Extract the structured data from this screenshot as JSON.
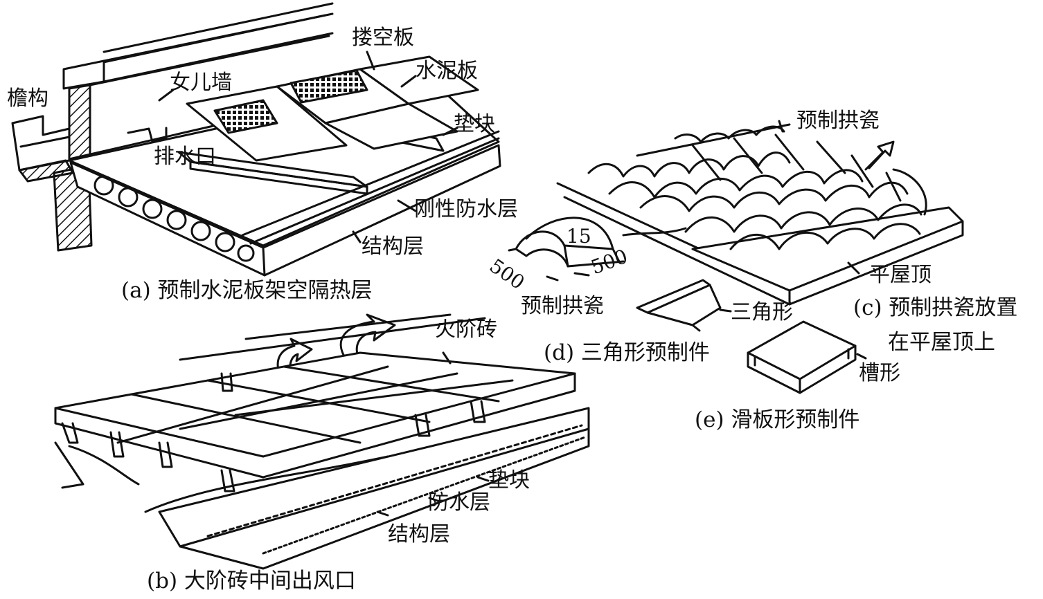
{
  "panel_a": {
    "labels": {
      "eave": "檐构",
      "parapet": "女儿墙",
      "perforated_board": "搂空板",
      "cement_board": "水泥板",
      "pad_block": "垫块",
      "drain_outlet": "排水口",
      "rigid_waterproof": "刚性防水层",
      "structure_layer": "结构层"
    },
    "caption": "(a) 预制水泥板架空隔热层"
  },
  "panel_b": {
    "labels": {
      "fire_brick": "火阶砖",
      "pad_block": "垫块",
      "waterproof": "防水层",
      "structure_layer": "结构层"
    },
    "caption": "(b) 大阶砖中间出风口"
  },
  "panel_c": {
    "labels": {
      "arch_tile": "预制拱瓷",
      "flat_roof": "平屋顶"
    },
    "caption_line1": "(c) 预制拱瓷放置",
    "caption_line2": "在平屋顶上"
  },
  "panel_d": {
    "dims": {
      "height": "15",
      "left": "500",
      "right": "500"
    },
    "labels": {
      "arch_tile": "预制拱瓷",
      "triangle": "三角形"
    },
    "caption": "(d) 三角形预制件"
  },
  "panel_e": {
    "labels": {
      "channel": "槽形"
    },
    "caption": "(e) 滑板形预制件"
  }
}
